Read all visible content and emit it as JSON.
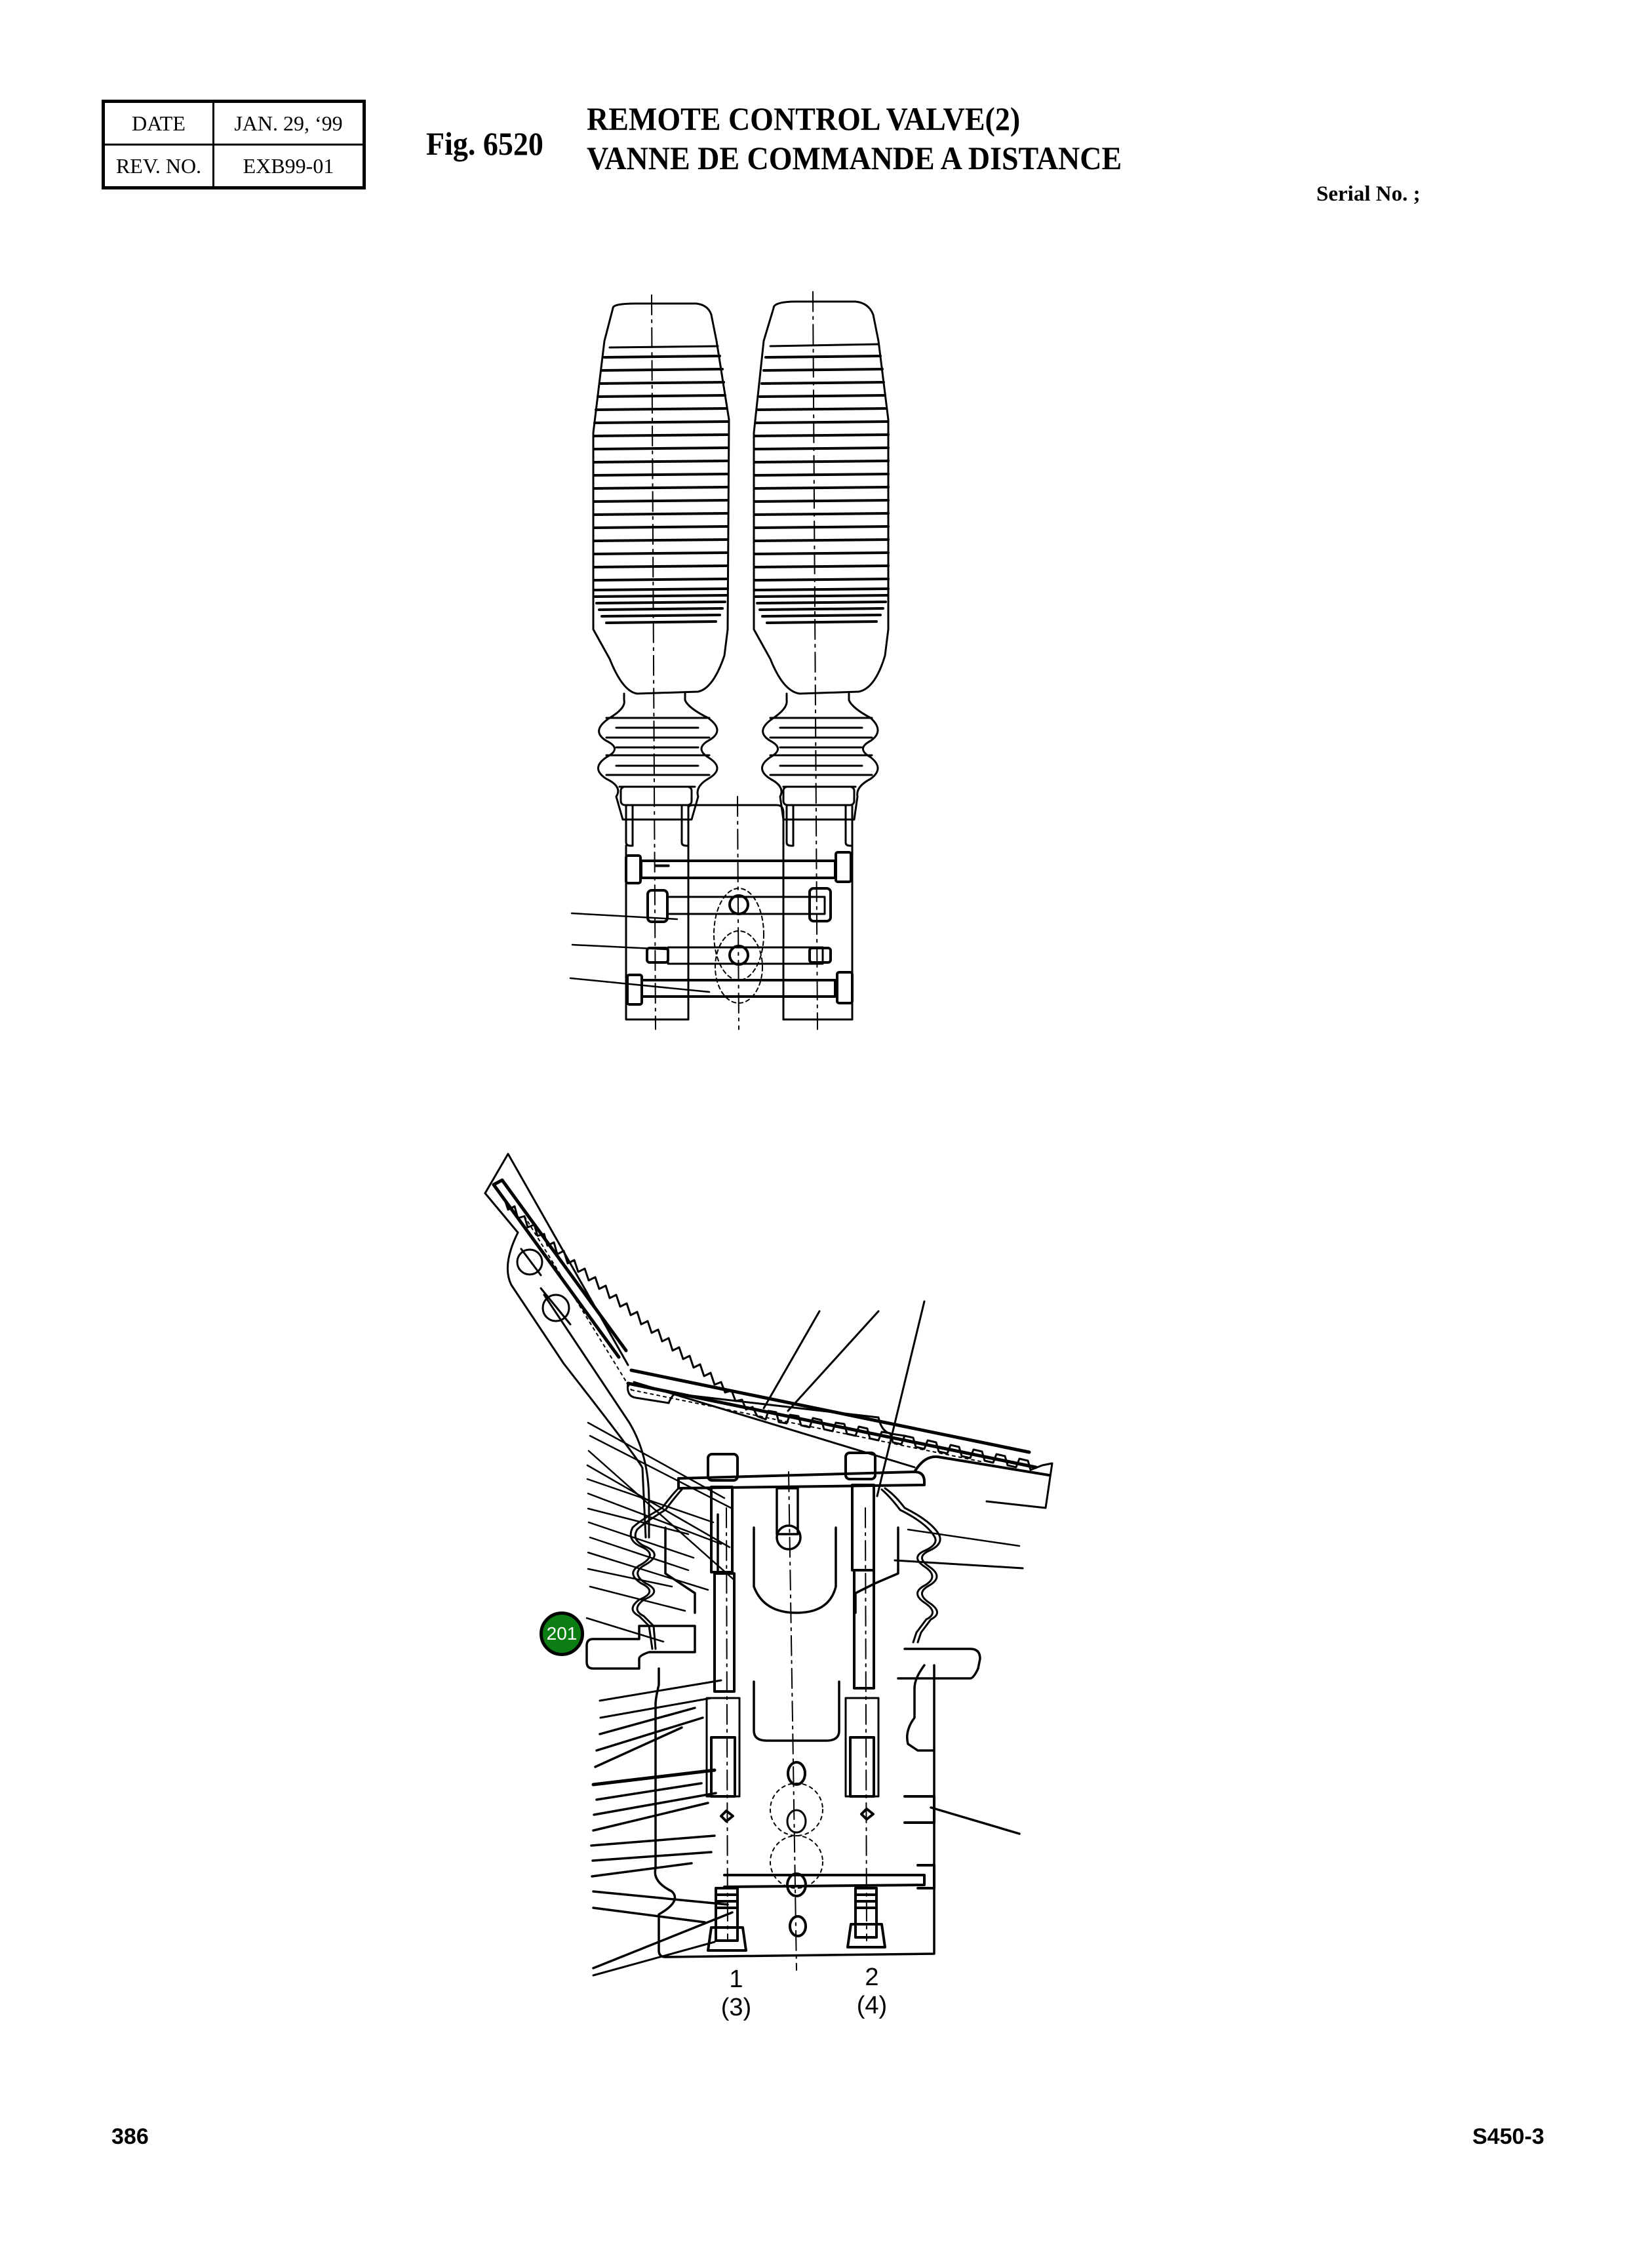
{
  "header": {
    "revision_table": {
      "rows": [
        {
          "label": "DATE",
          "value": "JAN. 29, ‘99"
        },
        {
          "label": "REV. NO.",
          "value": "EXB99-01"
        }
      ]
    },
    "figure_number": "Fig. 6520",
    "title_en": "REMOTE CONTROL VALVE(2)",
    "title_fr": "VANNE DE COMMANDE A DISTANCE",
    "serial_label": "Serial No. ;"
  },
  "drawing": {
    "upper_view": "joystick-levers-top-view",
    "lower_view": "pedal-valve-section-view",
    "port_labels": [
      {
        "primary": "1",
        "secondary": "(3)"
      },
      {
        "primary": "2",
        "secondary": "(4)"
      }
    ],
    "callout_badges": [
      {
        "number": "201",
        "color": "#0b7d12"
      }
    ]
  },
  "footer": {
    "page_number": "386",
    "model": "S450-3"
  }
}
